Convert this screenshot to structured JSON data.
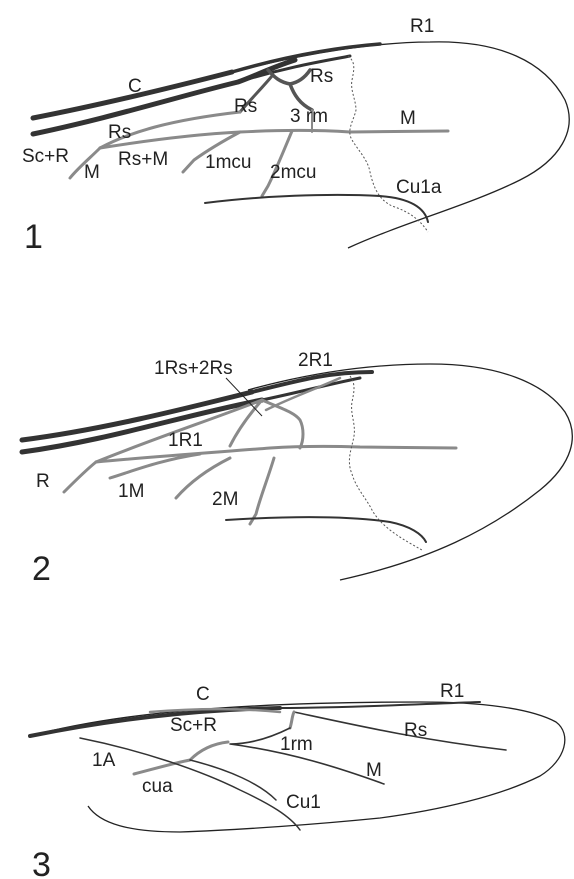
{
  "figures": [
    {
      "number": "1",
      "labels": {
        "C": "C",
        "R1": "R1",
        "Rs_upper": "Rs",
        "Rs_middle": "Rs",
        "rm3": "3 rm",
        "M_right": "M",
        "ScR": "Sc+R",
        "Rs_left": "Rs",
        "RsM": "Rs+M",
        "M_left": "M",
        "mcu1": "1mcu",
        "mcu2": "2mcu",
        "Cu1a": "Cu1a"
      }
    },
    {
      "number": "2",
      "labels": {
        "Rs12": "1Rs+2Rs",
        "R12": "2R1",
        "R11": "1R1",
        "R": "R",
        "M1": "1M",
        "M2": "2M"
      }
    },
    {
      "number": "3",
      "labels": {
        "C": "C",
        "R1": "R1",
        "ScR": "Sc+R",
        "Rs": "Rs",
        "A1": "1A",
        "rm1": "1rm",
        "M": "M",
        "cua": "cua",
        "Cu1": "Cu1"
      }
    }
  ]
}
